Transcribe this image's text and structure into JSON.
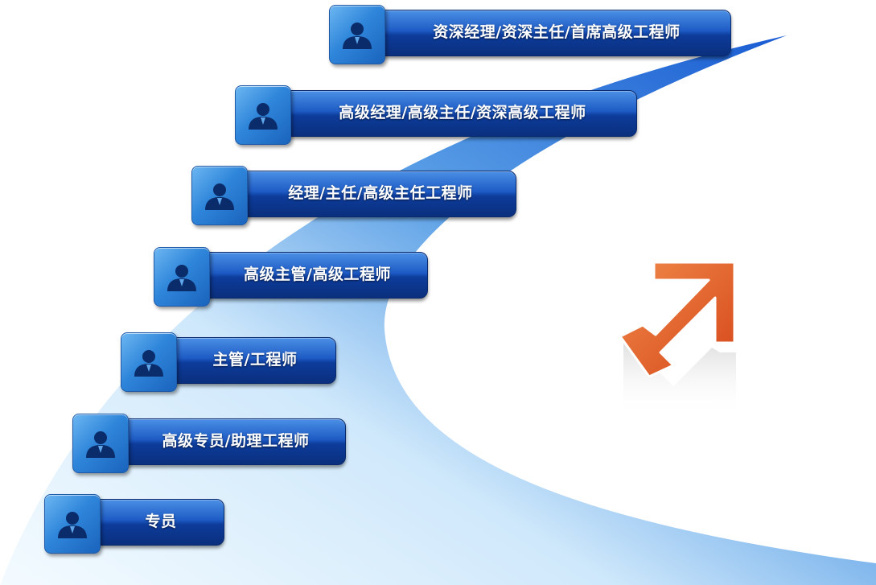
{
  "colors": {
    "bar_dark": "#0a2f7d",
    "bar_light": "#4a8fe6",
    "tile_light": "#6cb6f2",
    "swoosh": "#1e63d6",
    "arrow": "#e0551f"
  },
  "icons": {
    "person": "person-icon",
    "arrow": "arrow-up-right-icon"
  },
  "steps": [
    {
      "label": "专员"
    },
    {
      "label": "高级专员/助理工程师"
    },
    {
      "label": "主管/工程师"
    },
    {
      "label": "高级主管/高级工程师"
    },
    {
      "label": "经理/主任/高级主任工程师"
    },
    {
      "label": "高级经理/高级主任/资深高级工程师"
    },
    {
      "label": "资深经理/资深主任/首席高级工程师"
    }
  ]
}
